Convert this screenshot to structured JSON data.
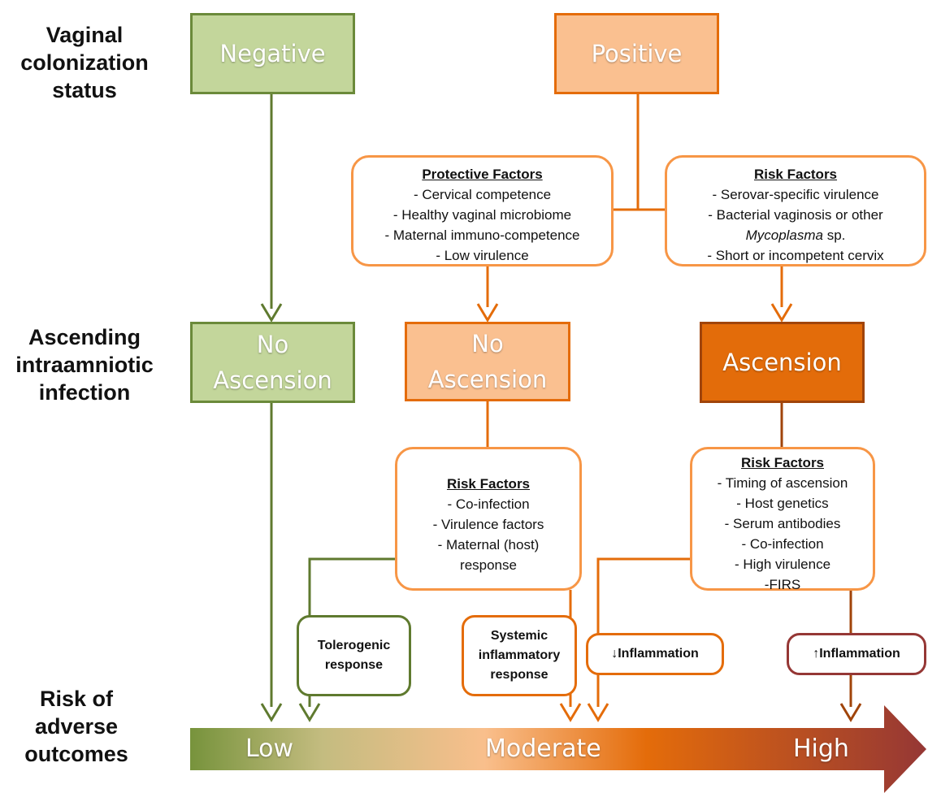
{
  "row_labels": {
    "colonization": "Vaginal colonization status",
    "ascending": "Ascending intraamniotic infection",
    "risk": "Risk of adverse outcomes"
  },
  "boxes": {
    "negative": "Negative",
    "positive": "Positive",
    "no_ascension_green": "No Ascension",
    "no_ascension_orange": "No Ascension",
    "ascension": "Ascension"
  },
  "protective_factors": {
    "title": "Protective Factors",
    "items": [
      "- Cervical competence",
      "- Healthy vaginal microbiome",
      "- Maternal immuno-competence",
      "- Low virulence"
    ]
  },
  "risk_factors_top": {
    "title": "Risk Factors",
    "item1": "- Serovar-specific virulence",
    "item2": "- Bacterial vaginosis or other",
    "item3_italic": "Mycoplasma",
    "item3_rest": " sp.",
    "item4": "- Short or incompetent cervix"
  },
  "risk_factors_middle": {
    "title": "Risk Factors",
    "items": [
      "- Co-infection",
      "- Virulence factors",
      "- Maternal (host)",
      "response"
    ]
  },
  "risk_factors_right": {
    "title": "Risk Factors",
    "items": [
      "- Timing of ascension",
      "- Host genetics",
      "- Serum antibodies",
      "- Co-infection",
      "- High virulence",
      "-FIRS"
    ]
  },
  "responses": {
    "tolerogenic": "Tolerogenic response",
    "systemic": "Systemic inflammatory response",
    "dec_inflammation": "↓Inflammation",
    "inc_inflammation": "↑Inflammation"
  },
  "risk_scale": {
    "low": "Low",
    "moderate": "Moderate",
    "high": "High"
  },
  "colors": {
    "green": "#6b8a3a",
    "green_fill": "#c3d69b",
    "orange": "#e46c0a",
    "peach_fill": "#fac090",
    "dark_orange": "#e36c0a",
    "brown": "#953735"
  }
}
